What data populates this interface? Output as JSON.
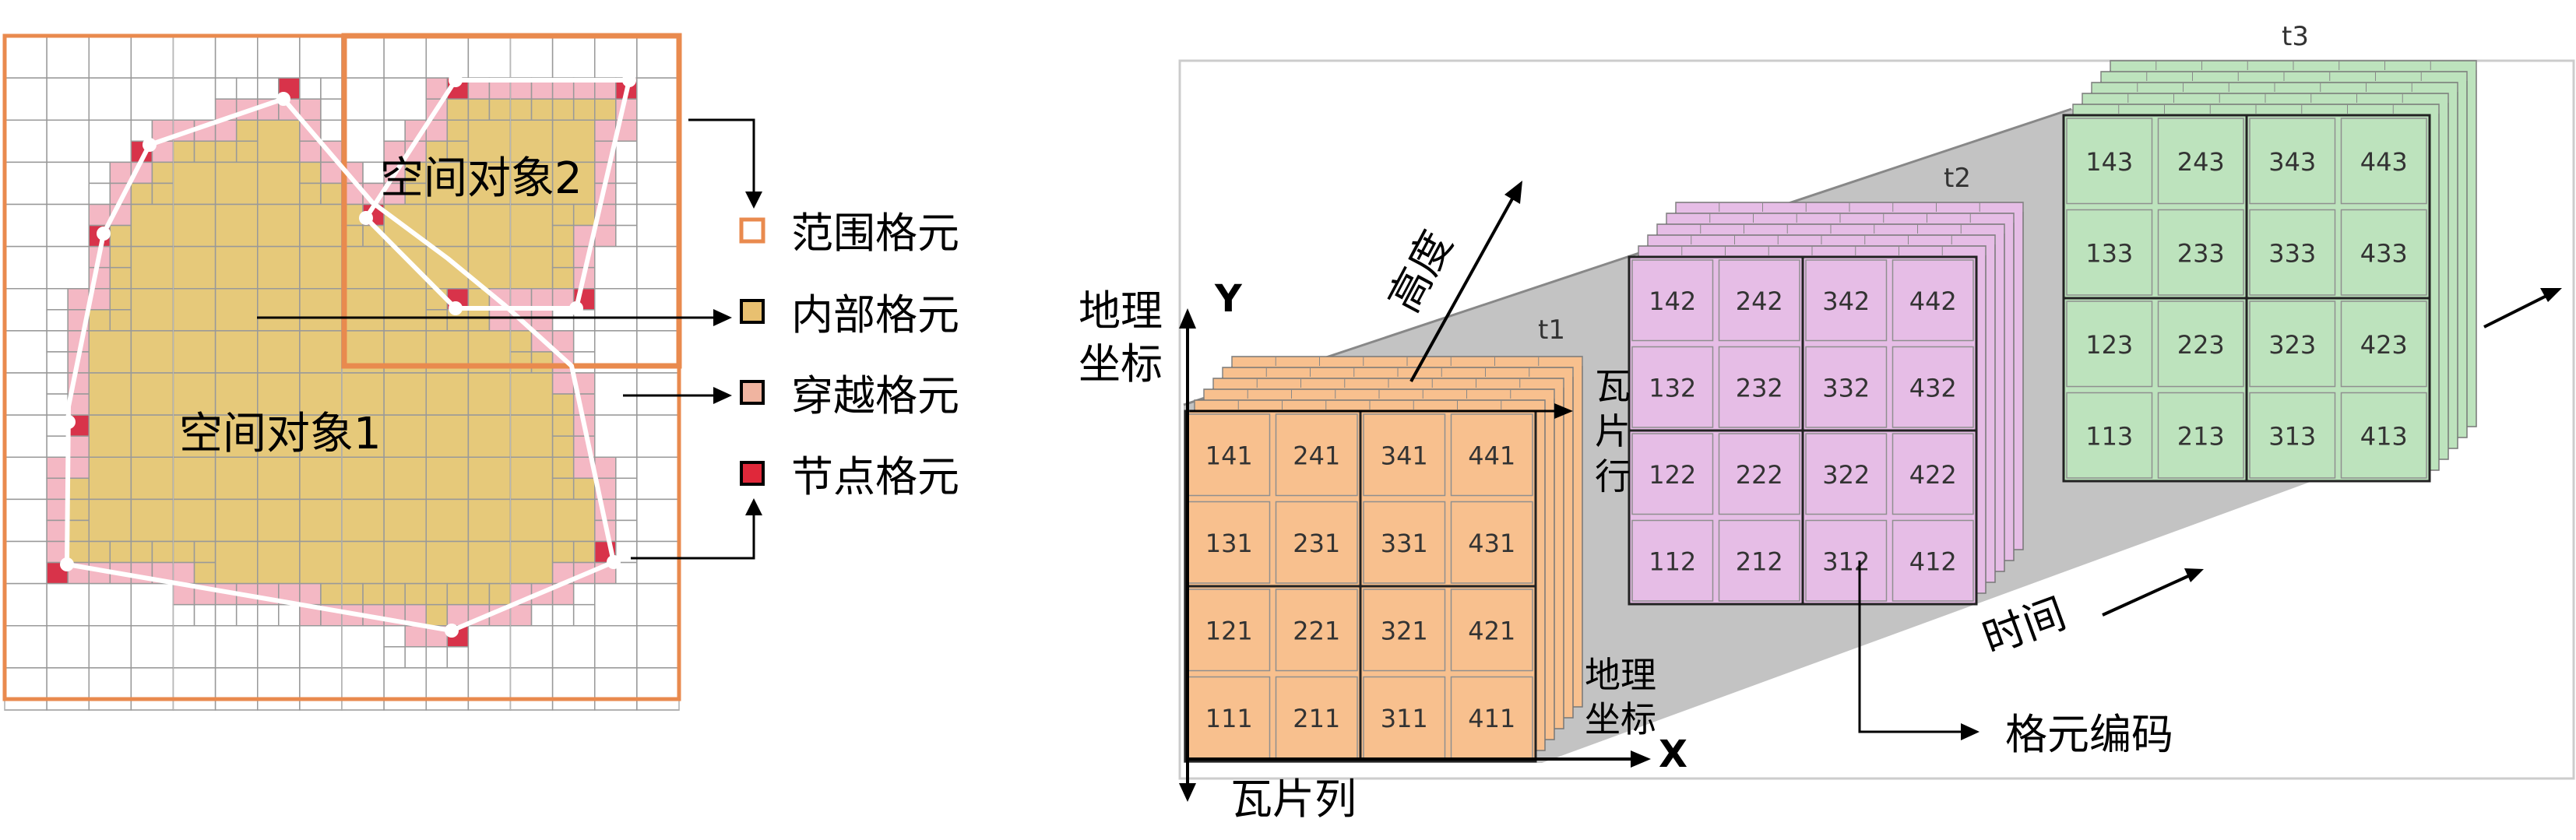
{
  "left_panel": {
    "object1_label": "空间对象1",
    "object2_label": "空间对象2",
    "legend": [
      {
        "label": "范围格元",
        "color": "#ffffff",
        "border": "#e98a4e"
      },
      {
        "label": "内部格元",
        "color": "#e8c070",
        "border": "#000000"
      },
      {
        "label": "穿越格元",
        "color": "#f0b4a0",
        "border": "#000000"
      },
      {
        "label": "节点格元",
        "color": "#e0283a",
        "border": "#000000"
      }
    ],
    "colors": {
      "extent_border": "#e98a4e",
      "interior": "#e6c97a",
      "crossing": "#f4b8c4",
      "node": "#d8334a",
      "grid": "#999999"
    }
  },
  "right_panel": {
    "time_layers": [
      {
        "label": "t1",
        "color": "#f8c08e",
        "codes": [
          [
            "141",
            "241",
            "341",
            "441"
          ],
          [
            "131",
            "231",
            "331",
            "431"
          ],
          [
            "121",
            "221",
            "321",
            "421"
          ],
          [
            "111",
            "211",
            "311",
            "411"
          ]
        ]
      },
      {
        "label": "t2",
        "color": "#e6bde6",
        "codes": [
          [
            "142",
            "242",
            "342",
            "442"
          ],
          [
            "132",
            "232",
            "332",
            "432"
          ],
          [
            "122",
            "222",
            "322",
            "422"
          ],
          [
            "112",
            "212",
            "312",
            "412"
          ]
        ]
      },
      {
        "label": "t3",
        "color": "#bde3bd",
        "codes": [
          [
            "143",
            "243",
            "343",
            "443"
          ],
          [
            "133",
            "233",
            "333",
            "433"
          ],
          [
            "123",
            "223",
            "323",
            "423"
          ],
          [
            "113",
            "213",
            "313",
            "413"
          ]
        ]
      }
    ],
    "labels": {
      "geo_coord_y": [
        "地理",
        "坐标"
      ],
      "y_axis": "Y",
      "x_axis": "X",
      "height": "高度",
      "tile_row": [
        "瓦",
        "片",
        "行"
      ],
      "geo_coord_x": [
        "地理",
        "坐标"
      ],
      "tile_col": "瓦片列",
      "time": "时间",
      "cell_code": "格元编码"
    }
  }
}
